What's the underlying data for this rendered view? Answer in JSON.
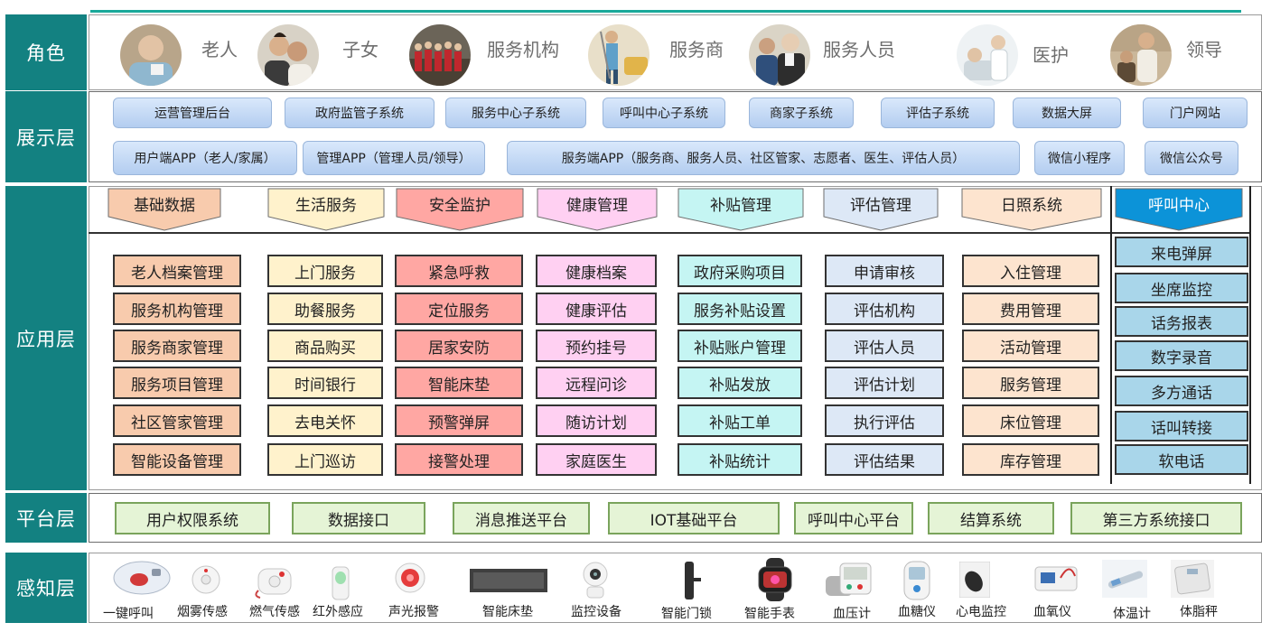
{
  "layers": {
    "role": "角色",
    "display": "展示层",
    "application": "应用层",
    "platform": "平台层",
    "perception": "感知层"
  },
  "roles": [
    {
      "label": "老人",
      "icon": "elderly-photo"
    },
    {
      "label": "子女",
      "icon": "children-photo"
    },
    {
      "label": "服务机构",
      "icon": "service-org-photo"
    },
    {
      "label": "服务商",
      "icon": "service-provider-photo"
    },
    {
      "label": "服务人员",
      "icon": "service-staff-photo"
    },
    {
      "label": "医护",
      "icon": "medical-photo"
    },
    {
      "label": "领导",
      "icon": "leader-photo"
    }
  ],
  "display_row1": [
    "运营管理后台",
    "政府监管子系统",
    "服务中心子系统",
    "呼叫中心子系统",
    "商家子系统",
    "评估子系统",
    "数据大屏",
    "门户网站"
  ],
  "display_row2": [
    "用户端APP（老人/家属）",
    "管理APP（管理人员/领导）",
    "服务端APP（服务商、服务人员、社区管家、志愿者、医生、评估人员）",
    "微信小程序",
    "微信公众号"
  ],
  "app_modules": [
    {
      "title": "基础数据",
      "color": "#f8cbad",
      "items": [
        "老人档案管理",
        "服务机构管理",
        "服务商家管理",
        "服务项目管理",
        "社区管家管理",
        "智能设备管理"
      ]
    },
    {
      "title": "生活服务",
      "color": "#fff2cc",
      "items": [
        "上门服务",
        "助餐服务",
        "商品购买",
        "时间银行",
        "去电关怀",
        "上门巡访"
      ]
    },
    {
      "title": "安全监护",
      "color": "#ffa7a3",
      "items": [
        "紧急呼救",
        "定位服务",
        "居家安防",
        "智能床垫",
        "预警弹屏",
        "接警处理"
      ]
    },
    {
      "title": "健康管理",
      "color": "#ffd0f2",
      "items": [
        "健康档案",
        "健康评估",
        "预约挂号",
        "远程问诊",
        "随访计划",
        "家庭医生"
      ]
    },
    {
      "title": "补贴管理",
      "color": "#c5f5f3",
      "items": [
        "政府采购项目",
        "服务补贴设置",
        "补贴账户管理",
        "补贴发放",
        "补贴工单",
        "补贴统计"
      ]
    },
    {
      "title": "评估管理",
      "color": "#dde8f6",
      "items": [
        "申请审核",
        "评估机构",
        "评估人员",
        "评估计划",
        "执行评估",
        "评估结果"
      ]
    },
    {
      "title": "日照系统",
      "color": "#fde4cf",
      "items": [
        "入住管理",
        "费用管理",
        "活动管理",
        "服务管理",
        "床位管理",
        "库存管理"
      ]
    },
    {
      "title": "呼叫中心",
      "color": "#a9d6ea",
      "header_color": "#0c93d8",
      "items": [
        "来电弹屏",
        "坐席监控",
        "话务报表",
        "数字录音",
        "多方通话",
        "话叫转接",
        "软电话"
      ]
    }
  ],
  "platform": [
    "用户权限系统",
    "数据接口",
    "消息推送平台",
    "IOT基础平台",
    "呼叫中心平台",
    "结算系统",
    "第三方系统接口"
  ],
  "sensors": [
    {
      "label": "一键呼叫",
      "icon": "emergency-call-device-icon"
    },
    {
      "label": "烟雾传感",
      "icon": "smoke-sensor-icon"
    },
    {
      "label": "燃气传感",
      "icon": "gas-sensor-icon"
    },
    {
      "label": "红外感应",
      "icon": "infrared-sensor-icon"
    },
    {
      "label": "声光报警",
      "icon": "alarm-icon"
    },
    {
      "label": "智能床垫",
      "icon": "smart-mattress-icon"
    },
    {
      "label": "监控设备",
      "icon": "camera-icon"
    },
    {
      "label": "智能门锁",
      "icon": "door-lock-icon"
    },
    {
      "label": "智能手表",
      "icon": "smart-watch-icon"
    },
    {
      "label": "血压计",
      "icon": "blood-pressure-icon"
    },
    {
      "label": "血糖仪",
      "icon": "glucose-meter-icon"
    },
    {
      "label": "心电监控",
      "icon": "ecg-monitor-icon"
    },
    {
      "label": "血氧仪",
      "icon": "oximeter-icon"
    },
    {
      "label": "体温计",
      "icon": "thermometer-icon"
    },
    {
      "label": "体脂秤",
      "icon": "body-scale-icon"
    }
  ]
}
